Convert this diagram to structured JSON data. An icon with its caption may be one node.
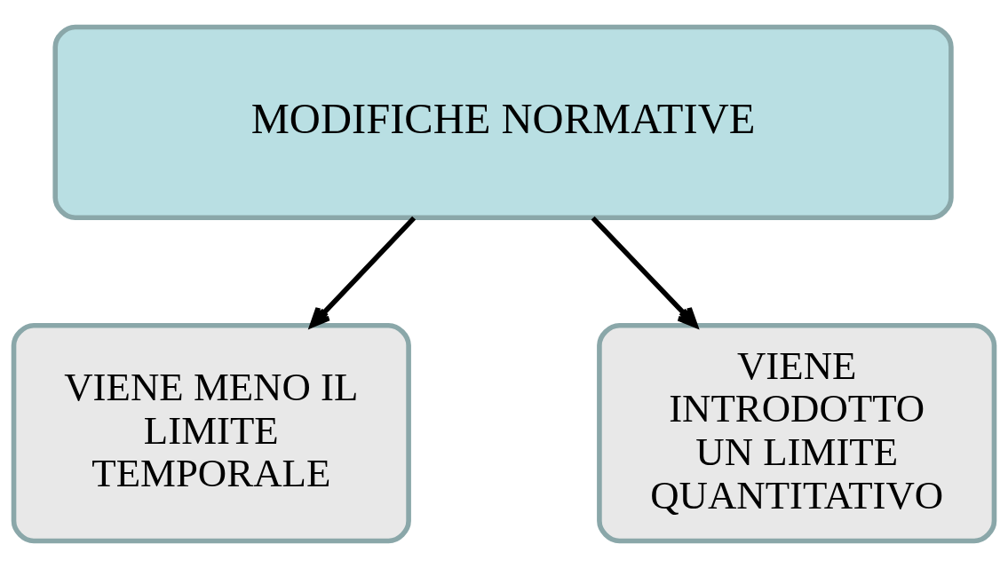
{
  "diagram": {
    "nodes": [
      {
        "text": [
          "MODIFICHE NORMATIVE"
        ]
      },
      {
        "text": [
          "VIENE MENO IL LIMITE TEMPORALE"
        ]
      },
      {
        "text": [
          "VIENE INTRODOTTO UN LIMITE QUANTITATIVO"
        ]
      }
    ],
    "edges": [
      {
        "from": 0,
        "to": 1,
        "arrow": "to"
      },
      {
        "from": 0,
        "to": 2,
        "arrow": "to"
      }
    ]
  }
}
